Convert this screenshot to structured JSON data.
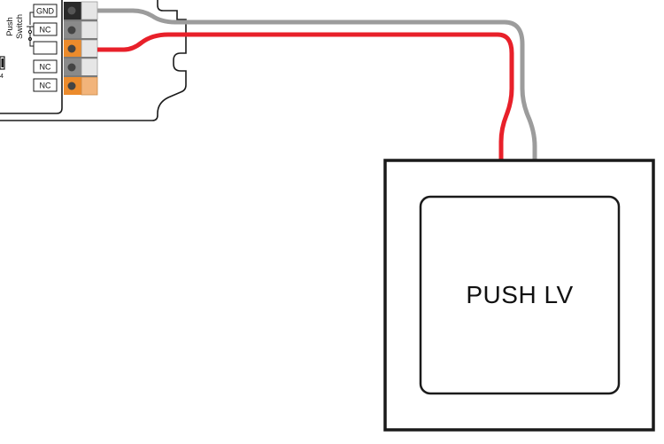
{
  "controller": {
    "terminals": [
      "GND",
      "NC",
      "",
      "NC",
      "NC"
    ],
    "side_label_line1": "Push",
    "side_label_line2": "Switch",
    "edge_mark": "4"
  },
  "panel": {
    "label": "PUSH LV"
  },
  "colors": {
    "wire_red": "#e8202a",
    "wire_gray": "#9c9c9c",
    "terminal_orange": "#ec8b2c",
    "terminal_gray": "#8a8a8a",
    "terminal_dark": "#2a2a2a",
    "outline": "#1a1a1a"
  }
}
